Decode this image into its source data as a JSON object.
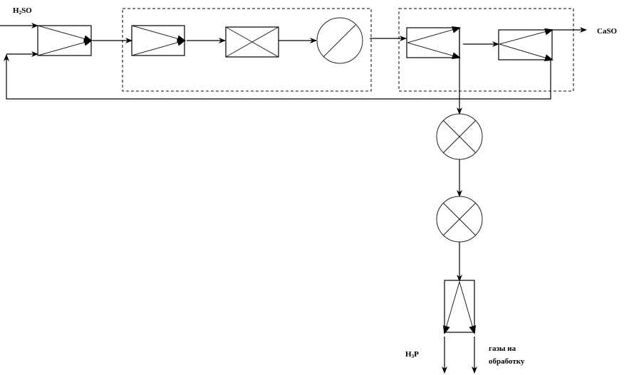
{
  "diagram": {
    "title": "Process flow scheme",
    "labels": {
      "input_acid": {
        "main": "H",
        "sub": "2",
        "rest": "SO"
      },
      "output_salt": "CaSO",
      "output_acid": {
        "main": "H",
        "sub": "3",
        "rest": "P"
      },
      "output_gases_line1": "газы на",
      "output_gases_line2": "обработку"
    },
    "nodes": [
      {
        "id": "mixer",
        "type": "converging-rect",
        "group": null
      },
      {
        "id": "reactor-1",
        "type": "converging-rect",
        "group": "section-1"
      },
      {
        "id": "unit-x",
        "type": "crossed-rect",
        "group": "section-1"
      },
      {
        "id": "unit-circle-slash",
        "type": "circle-slash",
        "group": "section-1"
      },
      {
        "id": "separator-1",
        "type": "diverging-rect",
        "group": "section-2"
      },
      {
        "id": "separator-2",
        "type": "diverging-rect",
        "group": "section-2"
      },
      {
        "id": "crossed-circle-1",
        "type": "crossed-circle",
        "group": null
      },
      {
        "id": "crossed-circle-2",
        "type": "crossed-circle",
        "group": null
      },
      {
        "id": "splitter",
        "type": "diverging-vertical-rect",
        "group": null
      }
    ],
    "groups": [
      {
        "id": "section-1",
        "style": "dashed"
      },
      {
        "id": "section-2",
        "style": "dashed"
      }
    ],
    "edges": [
      {
        "from": "input",
        "to": "mixer"
      },
      {
        "from": "recycle",
        "to": "mixer"
      },
      {
        "from": "mixer",
        "to": "reactor-1"
      },
      {
        "from": "reactor-1",
        "to": "unit-x"
      },
      {
        "from": "unit-x",
        "to": "unit-circle-slash"
      },
      {
        "from": "unit-circle-slash",
        "to": "separator-1"
      },
      {
        "from": "separator-1",
        "to": "separator-2"
      },
      {
        "from": "separator-2",
        "to": "output-caso"
      },
      {
        "from": "separator-2",
        "to": "recycle"
      },
      {
        "from": "separator-1",
        "to": "crossed-circle-1"
      },
      {
        "from": "crossed-circle-1",
        "to": "crossed-circle-2"
      },
      {
        "from": "crossed-circle-2",
        "to": "splitter"
      },
      {
        "from": "splitter",
        "to": "output-acid"
      },
      {
        "from": "splitter",
        "to": "output-gases"
      }
    ]
  }
}
